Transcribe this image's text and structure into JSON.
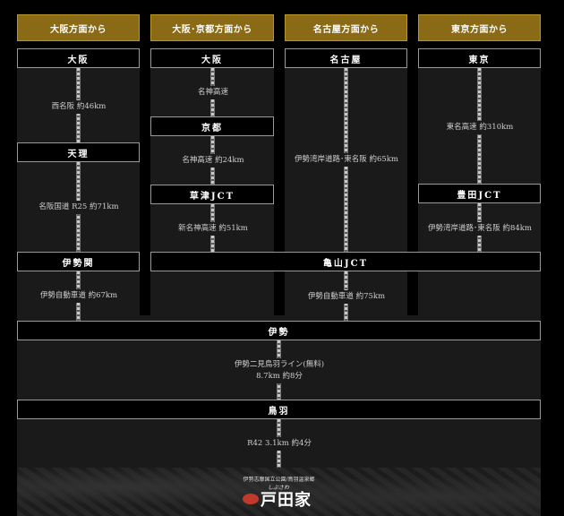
{
  "headers": {
    "osaka": "大阪方面から",
    "osaka_kyoto": "大阪･京都方面から",
    "nagoya": "名古屋方面から",
    "tokyo": "東京方面から"
  },
  "nodes": {
    "osaka": "大阪",
    "tenri": "天理",
    "iseseki": "伊勢関",
    "osaka2": "大阪",
    "kyoto": "京都",
    "kusatsu": "草津JCT",
    "nagoya": "名古屋",
    "tokyo": "東京",
    "toyota": "豊田JCT",
    "kameyama": "亀山JCT",
    "ise": "伊勢",
    "toba": "鳥羽"
  },
  "routes": {
    "nishimeihan": "西名阪 約46km",
    "meihan_r25": "名阪国道 R25 約71km",
    "ise_road_67": "伊勢自動車道 約67km",
    "meishin": "名神高速",
    "meishin_24": "名神高速 約24km",
    "shinmeishin": "新名神高速 約51km",
    "isewan_65": "伊勢湾岸道路･東名阪 約65km",
    "tomei": "東名高速 約310km",
    "isewan_84": "伊勢湾岸道路･東名阪 約84km",
    "ise_road_75": "伊勢自動車道 約75km",
    "futami_line": "伊勢二見鳥羽ライン(無料)",
    "futami_dist": "8.7km 約8分",
    "r42": "R42 3.1km 約4分"
  },
  "footer": {
    "subtitle": "伊勢志摩国立公園/鳥羽温泉郷",
    "logo_small": "しぶさわ",
    "logo_main": "戸田家"
  },
  "colors": {
    "header_gold": "#8a6a14",
    "panel": "#1a1a1a",
    "background": "#000000"
  }
}
